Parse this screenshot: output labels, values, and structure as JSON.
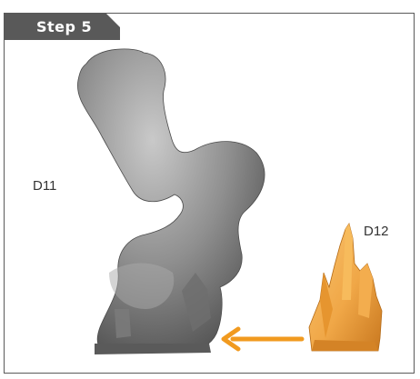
{
  "header": {
    "step_label": "Step 5"
  },
  "labels": {
    "d11": "D11",
    "d12": "D12"
  },
  "colors": {
    "frame": "#5a5a5a",
    "tab": "#595959",
    "grey_part": "#8f8f8f",
    "orange_part": "#f0a747",
    "arrow": "#f19a1f"
  },
  "icons": {
    "arrow": "arrow-left-icon"
  }
}
